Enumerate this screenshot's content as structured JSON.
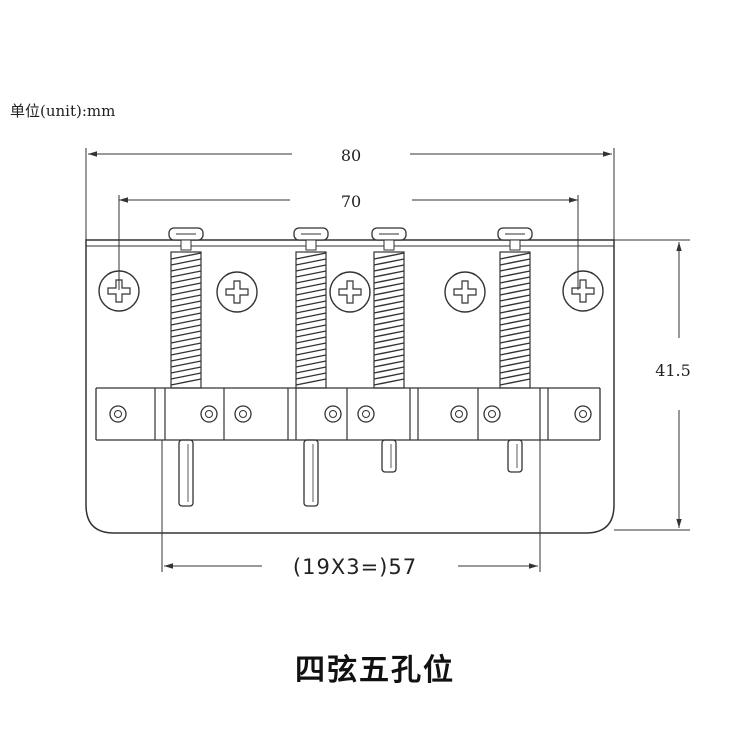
{
  "unit_label": "单位(unit):mm",
  "dimensions": {
    "overall_width": "80",
    "screw_spacing": "70",
    "height": "41.5",
    "string_spacing": "(19X3=)57"
  },
  "caption": "四弦五孔位",
  "colors": {
    "line": "#333333",
    "fill": "#ffffff"
  }
}
